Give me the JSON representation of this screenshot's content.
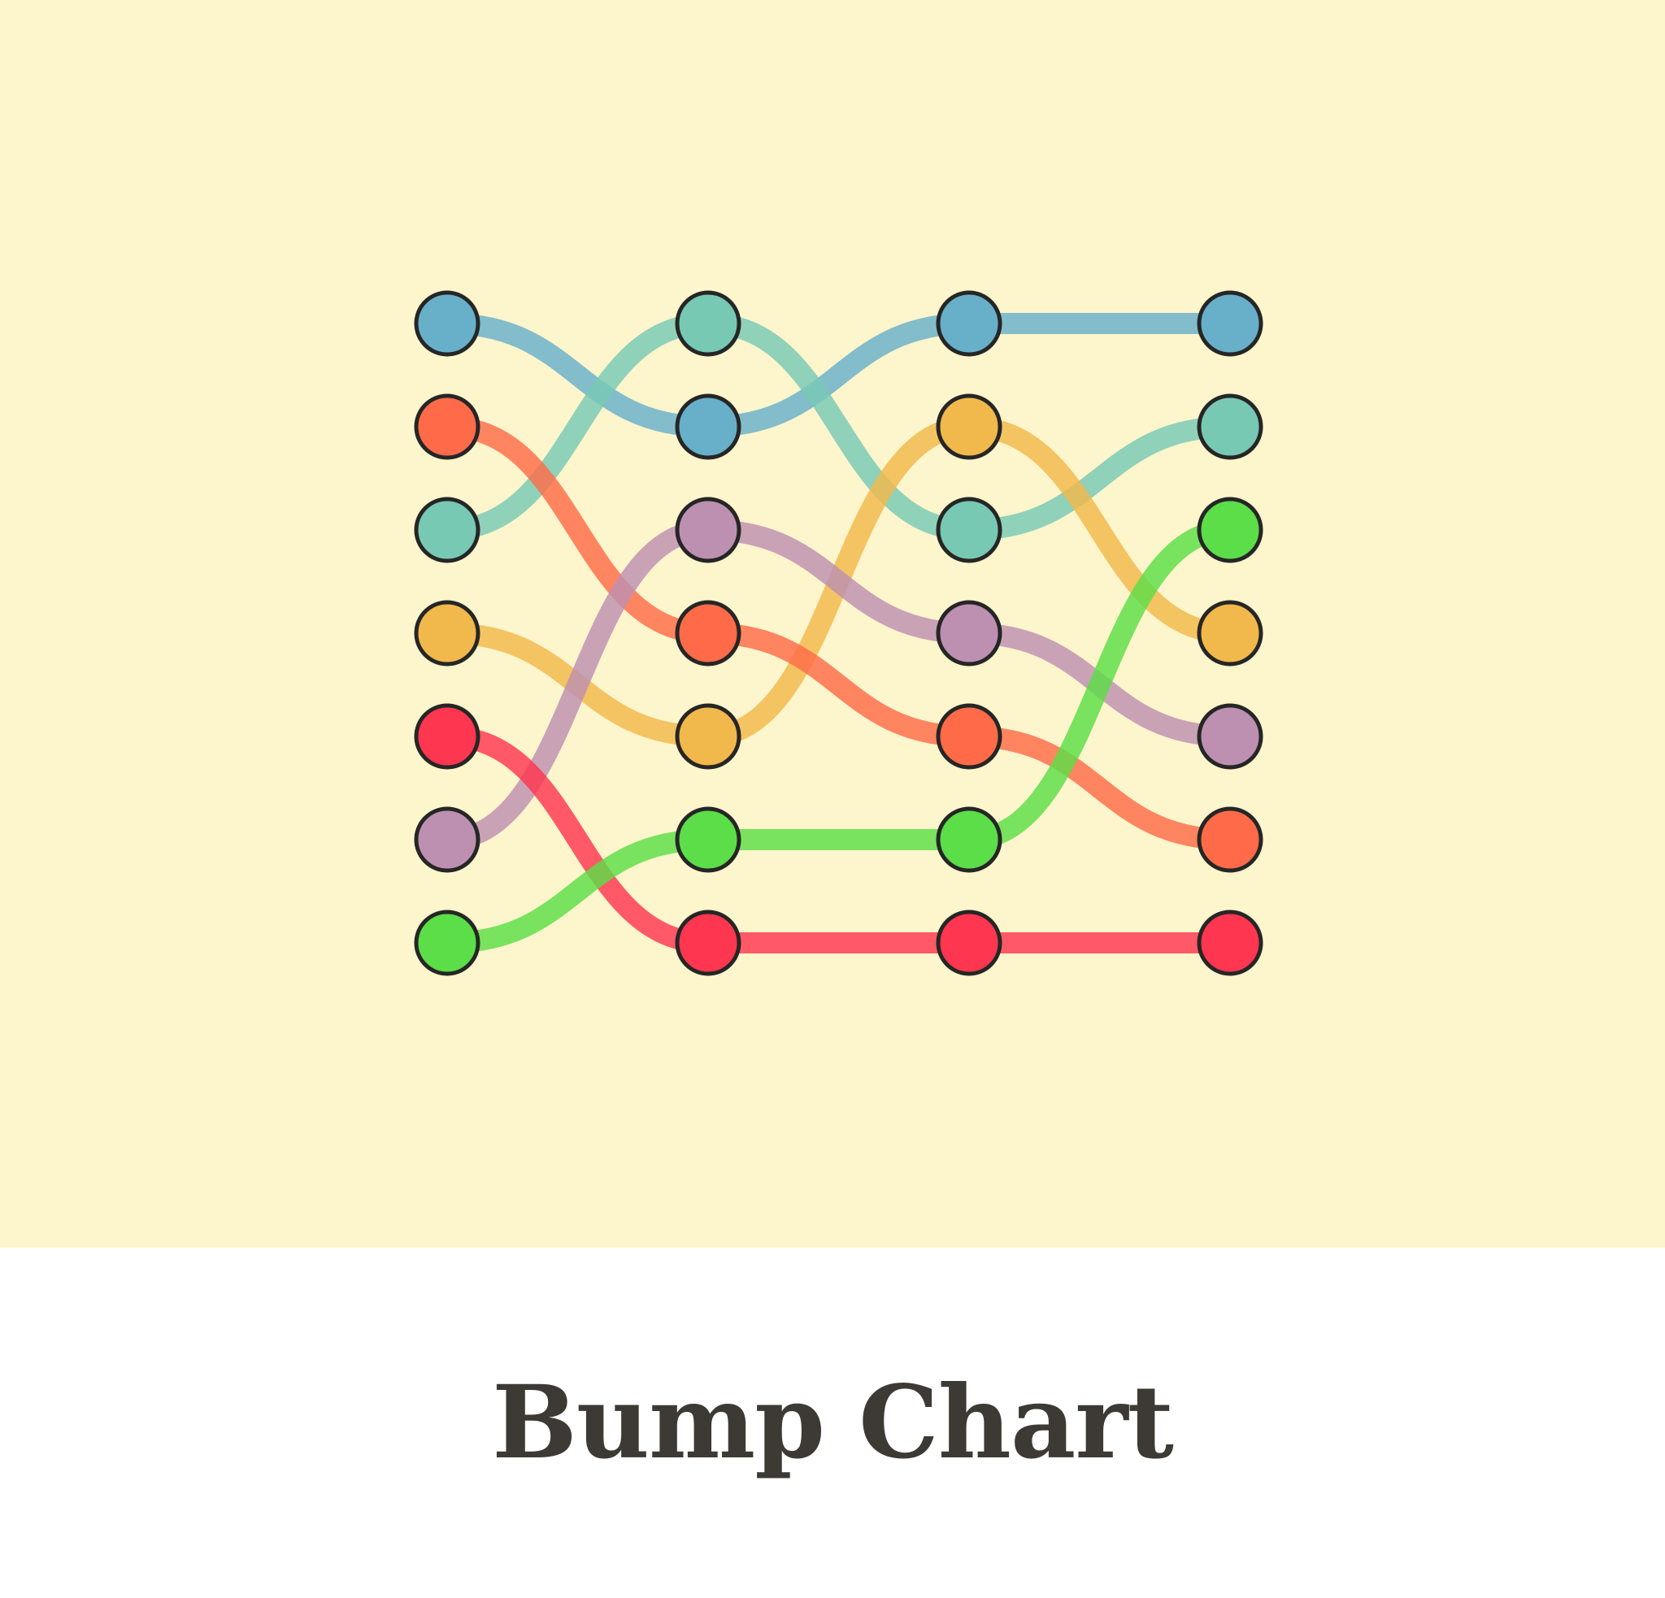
{
  "caption": {
    "title": "Bump Chart"
  },
  "colors": {
    "background": "#fdf5cc",
    "caption_text": "#3d3a35",
    "outline": "#262626"
  },
  "chart_data": {
    "type": "bump",
    "title": "",
    "xlabel": "",
    "ylabel": "",
    "x": [
      1,
      2,
      3,
      4
    ],
    "rank_range": [
      1,
      7
    ],
    "grid": false,
    "legend": "none",
    "series": [
      {
        "color": "#68b0c9",
        "values": [
          1,
          2,
          1,
          1
        ]
      },
      {
        "color": "#78c9b4",
        "values": [
          3,
          1,
          3,
          2
        ]
      },
      {
        "color": "#f1b84b",
        "values": [
          4,
          5,
          2,
          4
        ]
      },
      {
        "color": "#ff6b48",
        "values": [
          2,
          4,
          5,
          6
        ]
      },
      {
        "color": "#bd90b1",
        "values": [
          6,
          3,
          4,
          5
        ]
      },
      {
        "color": "#ff364f",
        "values": [
          5,
          7,
          7,
          7
        ]
      },
      {
        "color": "#5bde47",
        "values": [
          7,
          6,
          6,
          3
        ]
      }
    ]
  }
}
